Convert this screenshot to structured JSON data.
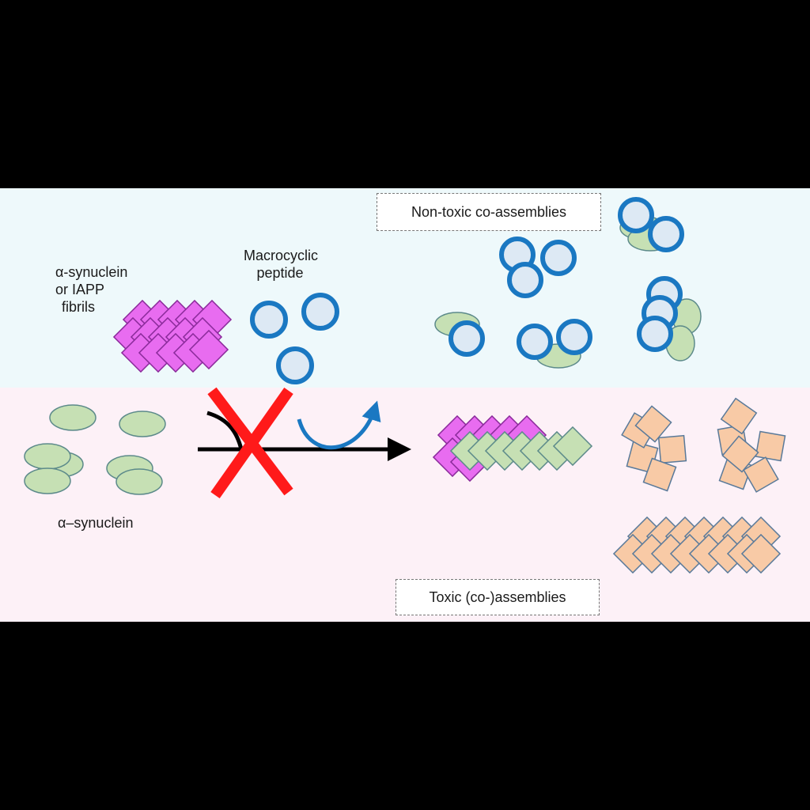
{
  "labels": {
    "fibrils": [
      "α-synuclein",
      "or IAPP",
      "fibrils"
    ],
    "macrocyclic": [
      "Macrocyclic",
      "peptide"
    ],
    "synuclein": "α–synuclein",
    "nontoxic": "Non-toxic  co-assemblies",
    "toxic": "Toxic  (co-)assemblies"
  },
  "colors": {
    "top_band": "#eef9fb",
    "bottom_band": "#fdf1f7",
    "green_fill": "#c6e0b4",
    "green_stroke": "#5c8a8a",
    "magenta_fill": "#e86cf0",
    "magenta_stroke": "#8a2a9a",
    "peach_fill": "#f8caa6",
    "peach_stroke": "#5a7a9a",
    "blue_ring": "#1a78c2",
    "blue_fill": "#dde9f4",
    "red_x": "#ff1a1a",
    "arrow": "#000000"
  }
}
